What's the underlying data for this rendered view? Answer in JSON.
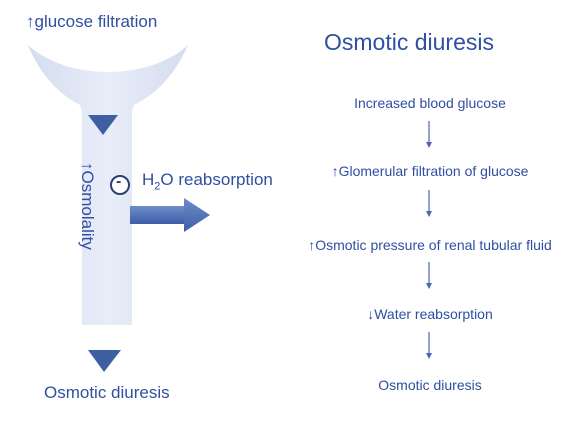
{
  "left": {
    "top_label": "↑glucose filtration",
    "vertical_label": "↑Osmolality",
    "inhibit_sign": "-",
    "h2o_label": {
      "h": "H",
      "sub": "2",
      "rest": "O reabsorption"
    },
    "bottom_label": "Osmotic diuresis"
  },
  "right": {
    "title": "Osmotic diuresis",
    "steps": [
      "Increased blood glucose",
      "↑Glomerular filtration of glucose",
      "↑Osmotic pressure of renal tubular fluid",
      "↓Water reabsorption",
      "Osmotic diuresis"
    ]
  },
  "colors": {
    "text": "#2f4fa2",
    "tube": "#dfe6f4",
    "arrow": "#4a6db3",
    "arrow_dark": "#3a5a9c"
  }
}
